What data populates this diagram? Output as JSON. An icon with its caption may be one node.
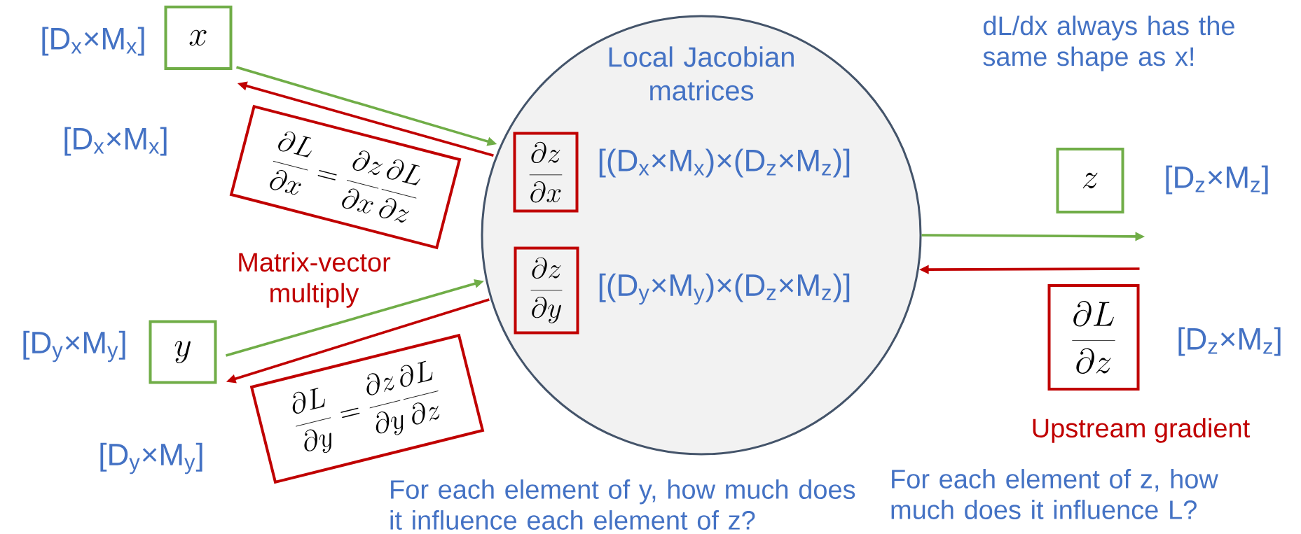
{
  "diagram": {
    "nodes": [
      {
        "text": [
          "Local Jacobian matrices"
        ]
      },
      {
        "text": [
          "x"
        ],
        "beside": [
          "[D$_{x}$×M$_{x}$]"
        ]
      },
      {
        "text": [
          "\\frac{\\partial L}{\\partial x} = \\frac{\\partial z}{\\partial x}\\frac{\\partial L}{\\partial z}"
        ]
      },
      {
        "text": [
          "y"
        ],
        "beside": [
          "[D$_{y}$×M$_{y}$]"
        ]
      },
      {
        "text": [
          "\\frac{\\partial L}{\\partial y} = \\frac{\\partial z}{\\partial y}\\frac{\\partial L}{\\partial z}"
        ]
      },
      {
        "text": [
          "\\frac{\\partial z}{\\partial x}"
        ],
        "in": 0,
        "beside": [
          "[(D$_{x}$×M$_{x}$)×(D$_{z}$×M$_{z}$)]"
        ]
      },
      {
        "text": [
          "\\frac{\\partial z}{\\partial y}"
        ],
        "in": 0,
        "beside": [
          "[(D$_{y}$×M$_{y}$)×(D$_{z}$×M$_{z}$)]"
        ]
      },
      {
        "text": [
          "z"
        ],
        "beside": [
          "[D$_{z}$×M$_{z}$]"
        ]
      },
      {
        "text": [
          "\\frac{\\partial L}{\\partial z}"
        ],
        "beside": [
          "[D$_{z}$×M$_{z}$]",
          "Upstream gradient"
        ]
      }
    ],
    "edges": [
      {
        "from": 1,
        "to": 0,
        "arrow": "to",
        "color": "#70ad47"
      },
      {
        "from": 0,
        "to": 1,
        "arrow": "to",
        "color": "#c00000"
      },
      {
        "from": 3,
        "to": 0,
        "arrow": "to",
        "color": "#70ad47"
      },
      {
        "from": 0,
        "to": 3,
        "arrow": "to",
        "color": "#c00000"
      },
      {
        "from": 0,
        "to": 7,
        "arrow": "to",
        "color": "#70ad47"
      },
      {
        "from": 8,
        "to": 0,
        "arrow": "to",
        "color": "#c00000"
      }
    ],
    "labels": [
      "[D$_{x}$×M$_{x}$]",
      "Matrix-vector multiply",
      "[D$_{y}$×M$_{y}$]",
      "dL/dx always has the same shape as x!",
      "For each element of y, how much does it influence each element of z?",
      "For each element of z, how much does it influence L?"
    ]
  }
}
